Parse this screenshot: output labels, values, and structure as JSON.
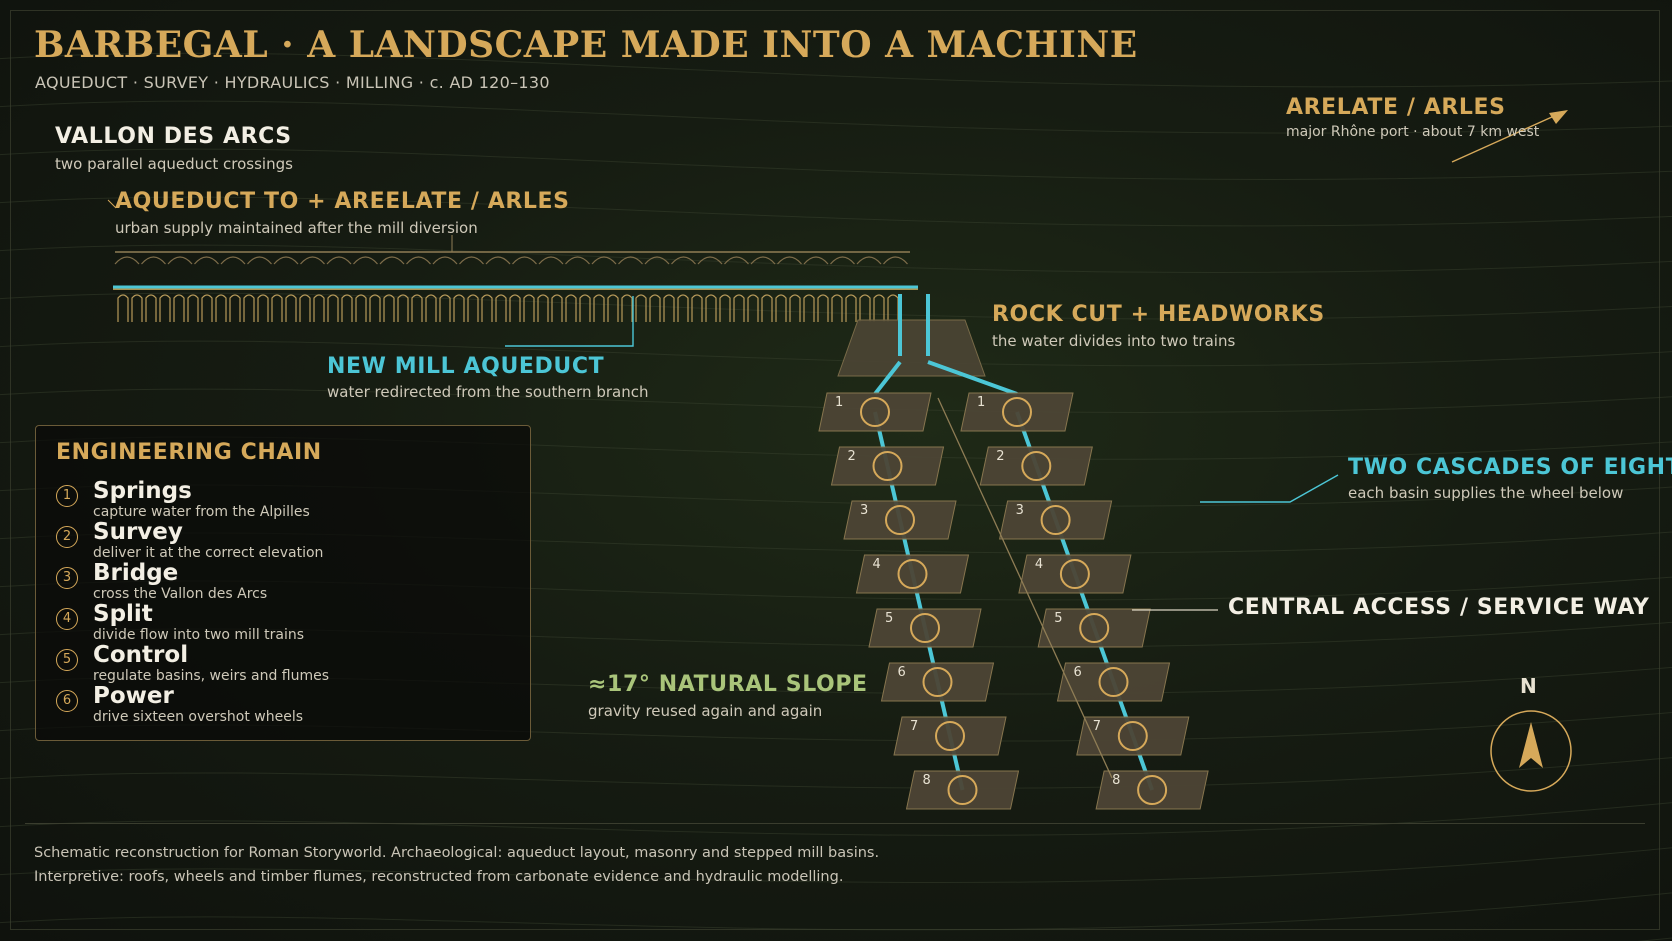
{
  "title": "BARBEGAL · A LANDSCAPE MADE INTO A MACHINE",
  "subtitle": "AQUEDUCT · SURVEY · HYDRAULICS · MILLING · c. AD 120–130",
  "labels": {
    "vallon_title": "VALLON DES ARCS",
    "vallon_note": "two parallel aqueduct crossings",
    "aqueduct_title": "AQUEDUCT TO + AREELATE / ARLES",
    "aqueduct_note": "urban supply maintained after the mill diversion",
    "mill_aqueduct_title": "NEW MILL AQUEDUCT",
    "mill_aqueduct_note": "water redirected from the southern branch",
    "headworks_title": "ROCK CUT + HEADWORKS",
    "headworks_note": "the water divides into two trains",
    "arelate_title": "ARELATE / ARLES",
    "arelate_note": "major Rhône port · about 7 km west",
    "cascades_title": "TWO CASCADES OF EIGHT",
    "cascades_note": "each basin supplies the wheel below",
    "access_title": "CENTRAL ACCESS / SERVICE WAY",
    "slope_title": "≈17° NATURAL SLOPE",
    "slope_note": "gravity reused again and again",
    "north": "N"
  },
  "engineering_chain": {
    "title": "ENGINEERING CHAIN",
    "steps": [
      {
        "num": "1",
        "name": "Springs",
        "desc": "capture water from the Alpilles"
      },
      {
        "num": "2",
        "name": "Survey",
        "desc": "deliver it at the correct elevation"
      },
      {
        "num": "3",
        "name": "Bridge",
        "desc": "cross the Vallon des Arcs"
      },
      {
        "num": "4",
        "name": "Split",
        "desc": "divide flow into two mill trains"
      },
      {
        "num": "5",
        "name": "Control",
        "desc": "regulate basins, weirs and flumes"
      },
      {
        "num": "6",
        "name": "Power",
        "desc": "drive sixteen overshot wheels"
      }
    ]
  },
  "mill_basins": {
    "left_train": [
      "1",
      "2",
      "3",
      "4",
      "5",
      "6",
      "7",
      "8"
    ],
    "right_train": [
      "1",
      "2",
      "3",
      "4",
      "5",
      "6",
      "7",
      "8"
    ]
  },
  "footer": {
    "line1": "Schematic reconstruction for Roman Storyworld. Archaeological: aqueduct layout, masonry and stepped mill basins.",
    "line2": "Interpretive: roofs, wheels and timber flumes, reconstructed from carbonate evidence and hydraulic modelling."
  },
  "colors": {
    "gold": "#d6a95a",
    "water": "#4cc6d6",
    "slope": "#a9c47a",
    "background": "#161c12"
  }
}
